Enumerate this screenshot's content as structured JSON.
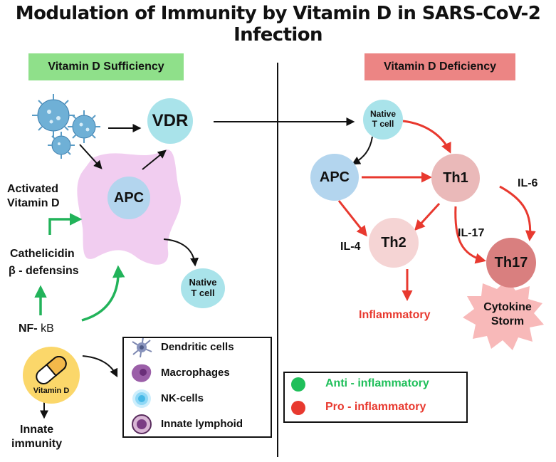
{
  "title": "Modulation of Immunity by Vitamin D in SARS-CoV-2 Infection",
  "panels": {
    "sufficiency": "Vitamin D Sufficiency",
    "deficiency": "Vitamin D Deficiency"
  },
  "left": {
    "vdr": "VDR",
    "apc": "APC",
    "native_t_cell": "Native\nT cell",
    "activated_vitamin_d": "Activated\nVitamin D",
    "cathelicidin": "Cathelicidin",
    "defensins": "β - defensins",
    "nfkb_bold": "NF-",
    "nfkb_rest": " kB",
    "vitamin_d_pill": "Vitamin D",
    "innate_immunity": "Innate\nimmunity"
  },
  "cells_legend": [
    {
      "label": "Dendritic cells",
      "icon": "dendritic-cell-icon"
    },
    {
      "label": "Macrophages",
      "icon": "macrophage-icon"
    },
    {
      "label": "NK-cells",
      "icon": "nk-cell-icon"
    },
    {
      "label": "Innate lymphoid",
      "icon": "innate-lymphoid-icon"
    }
  ],
  "right": {
    "native_t_cell": "Native\nT cell",
    "apc": "APC",
    "th1": "Th1",
    "th2": "Th2",
    "th17": "Th17",
    "il4": "IL-4",
    "il6": "IL-6",
    "il17": "IL-17",
    "inflammatory": "Inflammatory",
    "cytokine_storm": "Cytokine\nStorm"
  },
  "key": [
    {
      "label": "Anti - inflammatory",
      "color": "#1fbf5a"
    },
    {
      "label": "Pro - inflammatory",
      "color": "#e8392f"
    }
  ],
  "colors": {
    "green_arrow": "#22b35a",
    "red_arrow": "#e8392f",
    "cyan_cell": "#a9e3ea",
    "blue_cell": "#b3d5ee",
    "pink_blob": "#f1cdf0",
    "th1": "#eab9b9",
    "th2": "#f5d4d4",
    "th17": "#d97f7f",
    "storm": "#f8b9b9",
    "pill": "#fbd76a"
  }
}
